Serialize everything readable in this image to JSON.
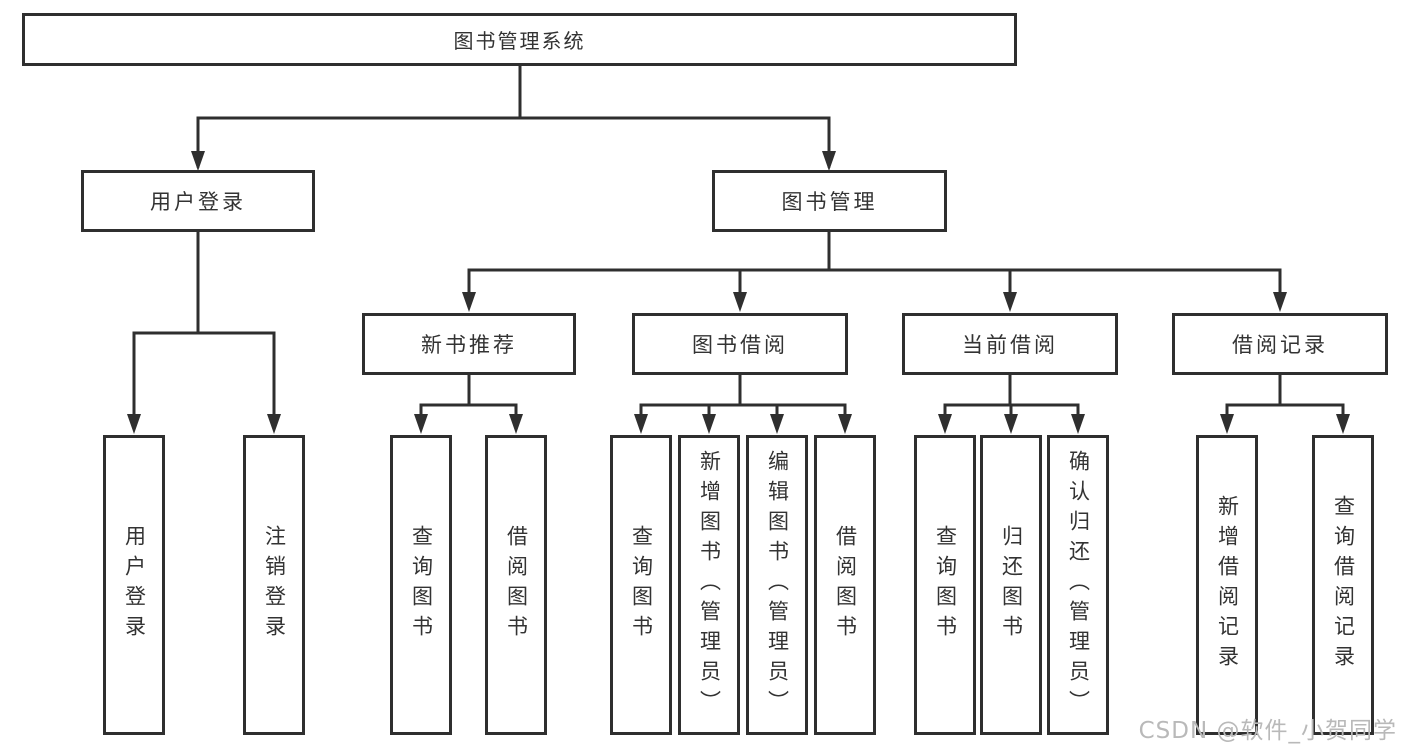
{
  "nodes": {
    "root": "图书管理系统",
    "user_login": "用户登录",
    "book_management": "图书管理",
    "new_book_recommend": "新书推荐",
    "book_borrowing": "图书借阅",
    "current_borrowing": "当前借阅",
    "borrowing_records": "借阅记录",
    "leaf_user_login": "用户登录",
    "leaf_logout": "注销登录",
    "recommend_query_books": "查询图书",
    "recommend_borrow_books": "借阅图书",
    "borrowing_query_books": "查询图书",
    "borrowing_add_books": "新增图书（管理员）",
    "borrowing_edit_books": "编辑图书（管理员）",
    "borrowing_borrow_books": "借阅图书",
    "current_query_books": "查询图书",
    "current_return_books": "归还图书",
    "current_confirm_return": "确认归还（管理员）",
    "records_add_record": "新增借阅记录",
    "records_query_record": "查询借阅记录"
  },
  "hierarchy": {
    "图书管理系统": [
      "用户登录",
      "图书管理"
    ],
    "用户登录": [
      "用户登录",
      "注销登录"
    ],
    "图书管理": [
      "新书推荐",
      "图书借阅",
      "当前借阅",
      "借阅记录"
    ],
    "新书推荐": [
      "查询图书",
      "借阅图书"
    ],
    "图书借阅": [
      "查询图书",
      "新增图书（管理员）",
      "编辑图书（管理员）",
      "借阅图书"
    ],
    "当前借阅": [
      "查询图书",
      "归还图书",
      "确认归还（管理员）"
    ],
    "借阅记录": [
      "新增借阅记录",
      "查询借阅记录"
    ]
  },
  "watermark": "CSDN @软件_小贺同学",
  "colors": {
    "line": "#2f2f2f",
    "text": "#333333",
    "box_background": "#ffffff",
    "page_background": "#ffffff",
    "watermark": "#b9b9b9"
  }
}
